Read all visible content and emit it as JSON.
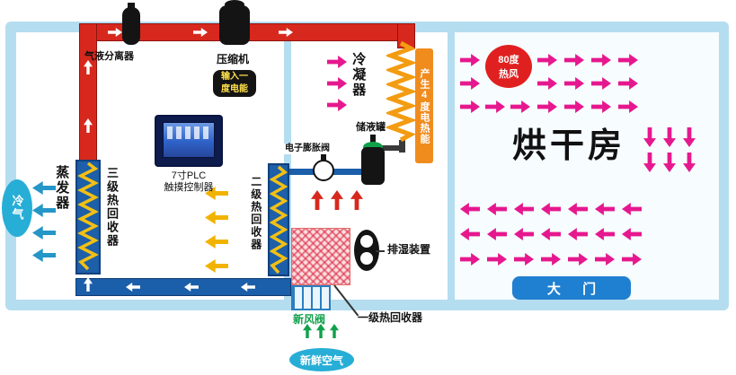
{
  "machine": {
    "separator": "气液分离器",
    "compressor": "压缩机",
    "badge_line1": "输入一",
    "badge_line2": "度电能",
    "evaporator": "蒸发器",
    "stage3": "三级热回收器",
    "stage2": "二级热回收器",
    "cold_air": "冷气",
    "plc_line1": "7寸PLC",
    "plc_line2": "触摸控制器"
  },
  "middle": {
    "condenser": "冷凝器",
    "heat_banner": "产生4度电热能",
    "receiver": "储液罐",
    "valve": "电子膨胀阀",
    "dehumidifier": "排湿装置",
    "stage1": "一级热回收器",
    "fresh_valve": "新风阀",
    "fresh_air": "新鲜空气"
  },
  "room": {
    "title": "烘干房",
    "hot_line1": "80度",
    "hot_line2": "热风",
    "door": "大 门"
  },
  "colors": {
    "hot_pipe": "#d7281e",
    "cold_pipe": "#1b5ea9",
    "frame": "#b5ddf0",
    "magenta": "#e6188e",
    "yellow": "#f2b300",
    "orange": "#f08c1e",
    "cyan": "#27aed6",
    "green": "#0fa04a",
    "door_blue": "#1f7fd0",
    "hot_air_red": "#e02020"
  }
}
